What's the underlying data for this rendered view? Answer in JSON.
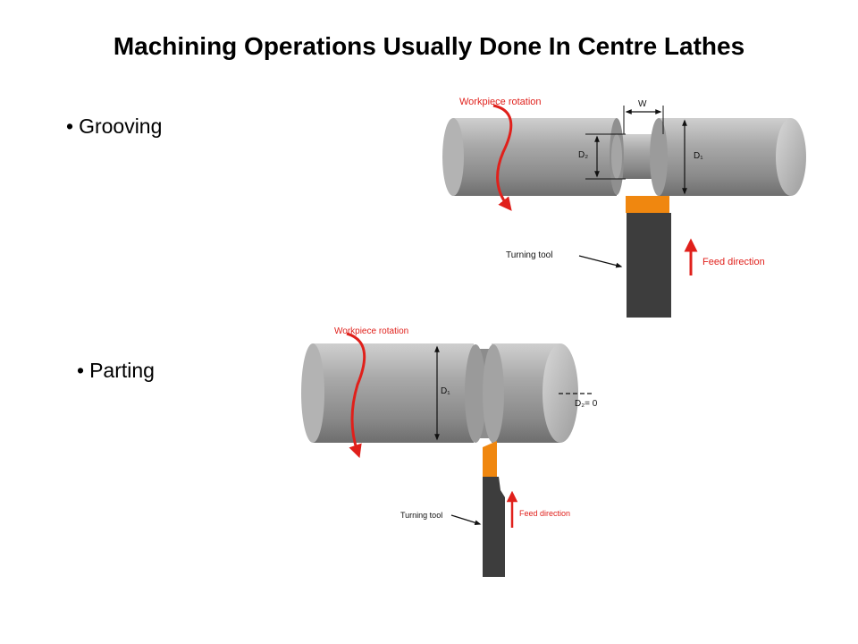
{
  "title": "Machining Operations Usually Done In Centre Lathes",
  "bullets": [
    {
      "text": "Grooving"
    },
    {
      "text": "Parting"
    }
  ],
  "grooving_diagram": {
    "rotation_label": "Workpiece rotation",
    "width_label": "W",
    "d2_label": "D₂",
    "d1_label": "D₁",
    "tool_label": "Turning tool",
    "feed_label": "Feed direction"
  },
  "parting_diagram": {
    "rotation_label": "Workpiece rotation",
    "d1_label": "D₁",
    "d2_label": "D₂= 0",
    "tool_label": "Turning tool",
    "feed_label": "Feed direction"
  },
  "colors": {
    "arrow_red": "#e0201b",
    "tool_tip_orange": "#f0870f",
    "tool_body": "#3d3d3d",
    "cylinder_gray": "#9a9a9a"
  }
}
